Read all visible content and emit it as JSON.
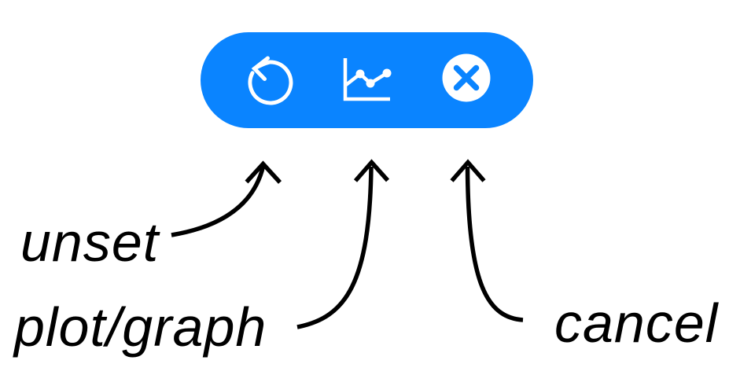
{
  "toolbar": {
    "background_color": "#0a84ff",
    "icon_color": "#ffffff",
    "buttons": [
      {
        "label": "unset",
        "icon": "undo-icon"
      },
      {
        "label": "plot/graph",
        "icon": "line-chart-icon"
      },
      {
        "label": "cancel",
        "icon": "close-circle-icon"
      }
    ]
  },
  "annotations": {
    "arrow_color": "#000000",
    "labels": [
      {
        "text": "unset"
      },
      {
        "text": "plot/graph"
      },
      {
        "text": "cancel"
      }
    ]
  }
}
